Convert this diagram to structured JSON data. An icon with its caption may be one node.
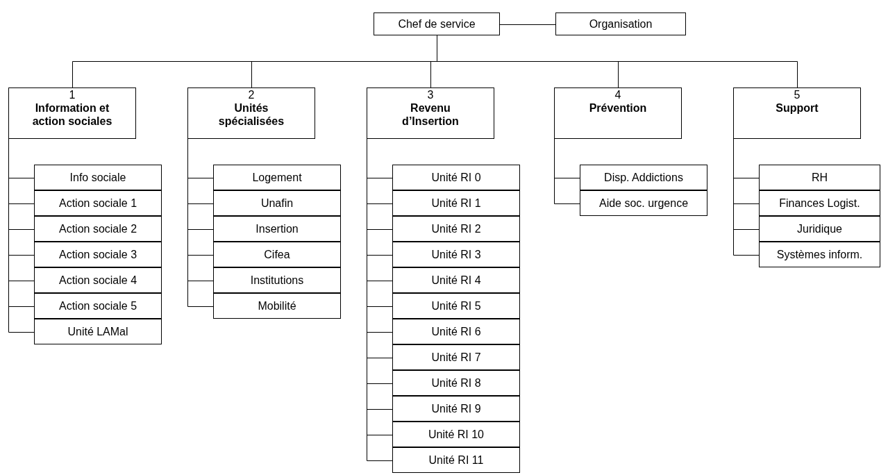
{
  "diagram": {
    "nodes": [
      {
        "text": [
          "Chef de service"
        ]
      },
      {
        "text": [
          "Organisation"
        ]
      },
      {
        "text": [
          "1",
          "Information et action sociales"
        ]
      },
      {
        "text": [
          "2",
          "Unités spécialisées"
        ]
      },
      {
        "text": [
          "3",
          "Revenu d’Insertion"
        ]
      },
      {
        "text": [
          "4",
          "Prévention"
        ]
      },
      {
        "text": [
          "5",
          "Support"
        ]
      },
      {
        "text": [
          "Info sociale"
        ]
      },
      {
        "text": [
          "Action sociale 1"
        ]
      },
      {
        "text": [
          "Action sociale 2"
        ]
      },
      {
        "text": [
          "Action sociale 3"
        ]
      },
      {
        "text": [
          "Action sociale 4"
        ]
      },
      {
        "text": [
          "Action sociale 5"
        ]
      },
      {
        "text": [
          "Unité LAMal"
        ]
      },
      {
        "text": [
          "Logement"
        ]
      },
      {
        "text": [
          "Unafin"
        ]
      },
      {
        "text": [
          "Insertion"
        ]
      },
      {
        "text": [
          "Cifea"
        ]
      },
      {
        "text": [
          "Institutions"
        ]
      },
      {
        "text": [
          "Mobilité"
        ]
      },
      {
        "text": [
          "Unité RI 0"
        ]
      },
      {
        "text": [
          "Unité RI 1"
        ]
      },
      {
        "text": [
          "Unité RI 2"
        ]
      },
      {
        "text": [
          "Unité RI 3"
        ]
      },
      {
        "text": [
          "Unité RI 4"
        ]
      },
      {
        "text": [
          "Unité RI 5"
        ]
      },
      {
        "text": [
          "Unité RI 6"
        ]
      },
      {
        "text": [
          "Unité RI 7"
        ]
      },
      {
        "text": [
          "Unité RI 8"
        ]
      },
      {
        "text": [
          "Unité RI 9"
        ]
      },
      {
        "text": [
          "Unité RI 10"
        ]
      },
      {
        "text": [
          "Unité RI 11"
        ]
      },
      {
        "text": [
          "Disp. Addictions"
        ]
      },
      {
        "text": [
          "Aide soc. urgence"
        ]
      },
      {
        "text": [
          "RH"
        ]
      },
      {
        "text": [
          "Finances Logist."
        ]
      },
      {
        "text": [
          "Juridique"
        ]
      },
      {
        "text": [
          "Systèmes inform."
        ]
      }
    ],
    "edges": [
      {
        "from": 0,
        "to": 1,
        "arrow": "none"
      },
      {
        "from": 0,
        "to": 2,
        "arrow": "none"
      },
      {
        "from": 0,
        "to": 3,
        "arrow": "none"
      },
      {
        "from": 0,
        "to": 4,
        "arrow": "none"
      },
      {
        "from": 0,
        "to": 5,
        "arrow": "none"
      },
      {
        "from": 0,
        "to": 6,
        "arrow": "none"
      },
      {
        "from": 2,
        "to": 7,
        "arrow": "none"
      },
      {
        "from": 2,
        "to": 8,
        "arrow": "none"
      },
      {
        "from": 2,
        "to": 9,
        "arrow": "none"
      },
      {
        "from": 2,
        "to": 10,
        "arrow": "none"
      },
      {
        "from": 2,
        "to": 11,
        "arrow": "none"
      },
      {
        "from": 2,
        "to": 12,
        "arrow": "none"
      },
      {
        "from": 2,
        "to": 13,
        "arrow": "none"
      },
      {
        "from": 3,
        "to": 14,
        "arrow": "none"
      },
      {
        "from": 3,
        "to": 15,
        "arrow": "none"
      },
      {
        "from": 3,
        "to": 16,
        "arrow": "none"
      },
      {
        "from": 3,
        "to": 17,
        "arrow": "none"
      },
      {
        "from": 3,
        "to": 18,
        "arrow": "none"
      },
      {
        "from": 3,
        "to": 19,
        "arrow": "none"
      },
      {
        "from": 4,
        "to": 20,
        "arrow": "none"
      },
      {
        "from": 4,
        "to": 21,
        "arrow": "none"
      },
      {
        "from": 4,
        "to": 22,
        "arrow": "none"
      },
      {
        "from": 4,
        "to": 23,
        "arrow": "none"
      },
      {
        "from": 4,
        "to": 24,
        "arrow": "none"
      },
      {
        "from": 4,
        "to": 25,
        "arrow": "none"
      },
      {
        "from": 4,
        "to": 26,
        "arrow": "none"
      },
      {
        "from": 4,
        "to": 27,
        "arrow": "none"
      },
      {
        "from": 4,
        "to": 28,
        "arrow": "none"
      },
      {
        "from": 4,
        "to": 29,
        "arrow": "none"
      },
      {
        "from": 4,
        "to": 30,
        "arrow": "none"
      },
      {
        "from": 4,
        "to": 31,
        "arrow": "none"
      },
      {
        "from": 5,
        "to": 32,
        "arrow": "none"
      },
      {
        "from": 5,
        "to": 33,
        "arrow": "none"
      },
      {
        "from": 6,
        "to": 34,
        "arrow": "none"
      },
      {
        "from": 6,
        "to": 35,
        "arrow": "none"
      },
      {
        "from": 6,
        "to": 36,
        "arrow": "none"
      },
      {
        "from": 6,
        "to": 37,
        "arrow": "none"
      }
    ]
  }
}
